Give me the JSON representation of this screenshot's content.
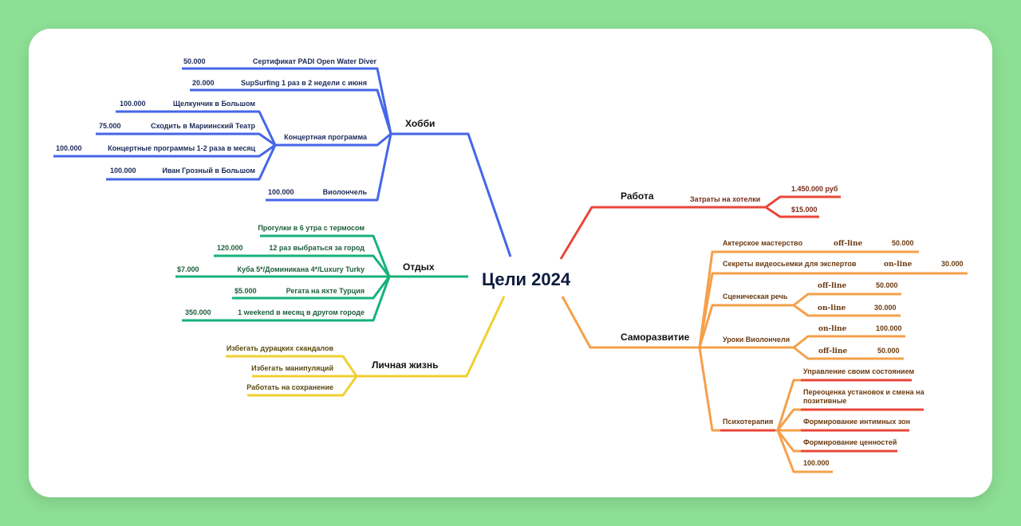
{
  "center": "Цели 2024",
  "hobby": {
    "title": "Хобби",
    "items": [
      {
        "label": "Сертификат PADI Open Water Diver",
        "value": "50.000"
      },
      {
        "label": "SupSurfing 1 раз в 2 недели с июня",
        "value": "20.000"
      },
      {
        "label": "Концертная программа"
      },
      {
        "label": "Виолончель",
        "value": "100.000"
      }
    ],
    "concert": [
      {
        "label": "Щелкунчик в Большом",
        "value": "100.000"
      },
      {
        "label": "Сходить в Мариинский Театр",
        "value": "75.000"
      },
      {
        "label": "Концертные программы 1-2 раза в месяц",
        "value": "100.000"
      },
      {
        "label": "Иван Грозный в Большом",
        "value": "100.000"
      }
    ]
  },
  "rest": {
    "title": "Отдых",
    "items": [
      {
        "label": "Прогулки в 6 утра с термосом"
      },
      {
        "label": "12 раз выбраться за город",
        "value": "120.000"
      },
      {
        "label": "Куба 5*/Доминикана 4*/Luxury Turky",
        "value": "$7.000"
      },
      {
        "label": "Регата на яхте Турция",
        "value": "$5.000"
      },
      {
        "label": "1 weekend в месяц в другом городе",
        "value": "350.000"
      }
    ]
  },
  "personal": {
    "title": "Личная жизнь",
    "items": [
      "Избегать дурацких скандалов",
      "Избегать манипуляций",
      "Работать на сохранение"
    ]
  },
  "work": {
    "title": "Работа",
    "sub": "Затраты на хотелки",
    "values": [
      "1.450.000 руб",
      "$15.000"
    ]
  },
  "selfdev": {
    "title": "Саморазвитие",
    "acting": {
      "label": "Актерское мастерство",
      "mode": "off-line",
      "value": "50.000"
    },
    "video": {
      "label": "Секреты видеосьемки для экспертов",
      "mode": "on-line",
      "value": "30.000"
    },
    "speech": {
      "label": "Сценическая речь",
      "options": [
        {
          "mode": "off-line",
          "value": "50.000"
        },
        {
          "mode": "on-line",
          "value": "30.000"
        }
      ]
    },
    "cello": {
      "label": "Уроки Виолончели",
      "options": [
        {
          "mode": "on-line",
          "value": "100.000"
        },
        {
          "mode": "off-line",
          "value": "50.000"
        }
      ]
    },
    "psycho": {
      "label": "Психотерапия",
      "items": [
        "Управление своим состоянием",
        "Переоценка установок и смена на",
        "позитивные",
        "Формирование интимных зон",
        "Формирование ценностей"
      ],
      "value": "100.000"
    }
  },
  "colors": {
    "hobby": "#4466e8",
    "rest": "#16b27a",
    "personal": "#f0d030",
    "work": "#e8473a",
    "selfdev": "#f5a04a",
    "background": "#8ddf95"
  }
}
